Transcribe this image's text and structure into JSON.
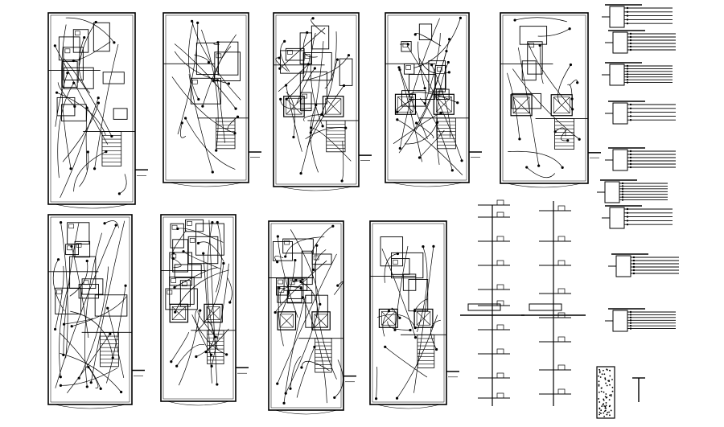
{
  "drawing": {
    "background": "#ffffff",
    "ink": "#000000",
    "plans": [
      {
        "id": "plan-1",
        "rooms": 10,
        "wiring": 18,
        "stairs": true,
        "columns": false
      },
      {
        "id": "plan-2",
        "rooms": 4,
        "wiring": 16,
        "stairs": true,
        "columns": false
      },
      {
        "id": "plan-3",
        "rooms": 8,
        "wiring": 22,
        "stairs": true,
        "columns": true
      },
      {
        "id": "plan-4",
        "rooms": 8,
        "wiring": 22,
        "stairs": true,
        "columns": true
      },
      {
        "id": "plan-5",
        "rooms": 4,
        "wiring": 14,
        "stairs": true,
        "columns": true
      },
      {
        "id": "plan-6",
        "rooms": 8,
        "wiring": 22,
        "stairs": true,
        "columns": false
      },
      {
        "id": "plan-7",
        "rooms": 10,
        "wiring": 22,
        "stairs": true,
        "columns": true
      },
      {
        "id": "plan-8",
        "rooms": 10,
        "wiring": 22,
        "stairs": true,
        "columns": true
      },
      {
        "id": "plan-9",
        "rooms": 5,
        "wiring": 14,
        "stairs": true,
        "columns": true
      }
    ],
    "panel_schedules": 9,
    "riser_diagrams": 2,
    "earthing_detail": true
  }
}
